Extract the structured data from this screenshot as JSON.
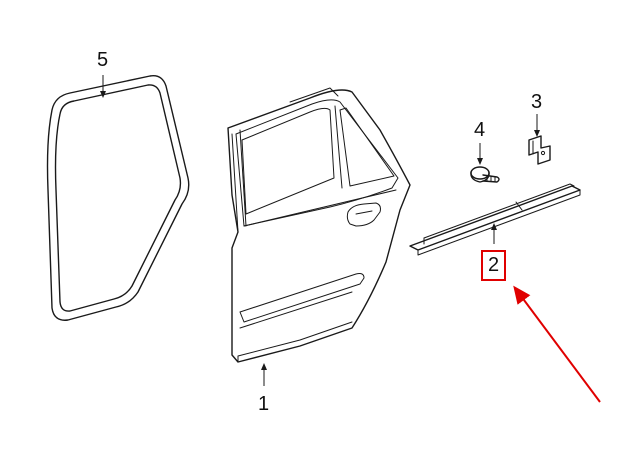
{
  "diagram": {
    "callouts": [
      {
        "id": "1",
        "label": "1",
        "part": "rear-door-shell"
      },
      {
        "id": "2",
        "label": "2",
        "part": "door-molding-strip",
        "highlighted": true
      },
      {
        "id": "3",
        "label": "3",
        "part": "retaining-clip"
      },
      {
        "id": "4",
        "label": "4",
        "part": "push-pin-fastener"
      },
      {
        "id": "5",
        "label": "5",
        "part": "door-weatherstrip-seal"
      }
    ],
    "highlight_color": "#e00000",
    "line_color": "#1a1a1a"
  }
}
